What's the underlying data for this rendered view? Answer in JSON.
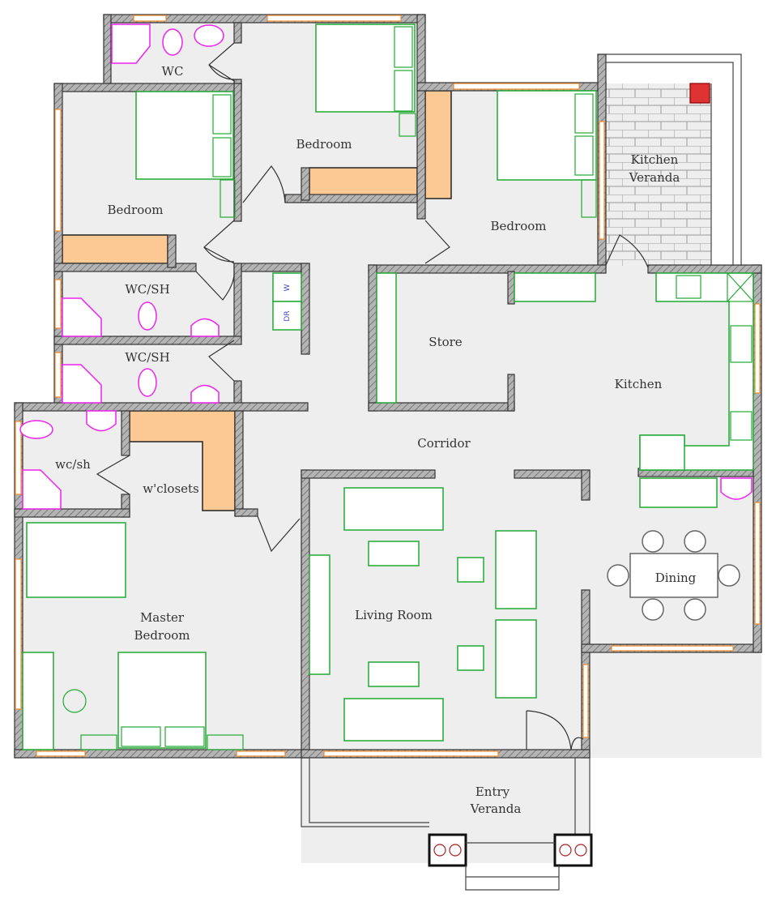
{
  "plan": {
    "rooms": {
      "wc": "WC",
      "bedroom_top": "Bedroom",
      "bedroom_left": "Bedroom",
      "bedroom_right": "Bedroom",
      "kitchen_veranda_1": "Kitchen",
      "kitchen_veranda_2": "Veranda",
      "wcsh_1": "WC/SH",
      "wcsh_2": "WC/SH",
      "store": "Store",
      "kitchen": "Kitchen",
      "corridor": "Corridor",
      "wc_sh": "wc/sh",
      "wclosets": "w'closets",
      "master_1": "Master",
      "master_2": "Bedroom",
      "living": "Living Room",
      "dining": "Dining",
      "entry_1": "Entry",
      "entry_2": "Veranda"
    },
    "fixtures": {
      "washer": "W",
      "dryer": "DR"
    },
    "colors": {
      "floor": "#eeeeee",
      "wall": "#a8a8a8",
      "furniture": "#22aa33",
      "sanitary": "#ee22ee",
      "closet": "#fcc894",
      "window": "#f08a2c"
    }
  }
}
